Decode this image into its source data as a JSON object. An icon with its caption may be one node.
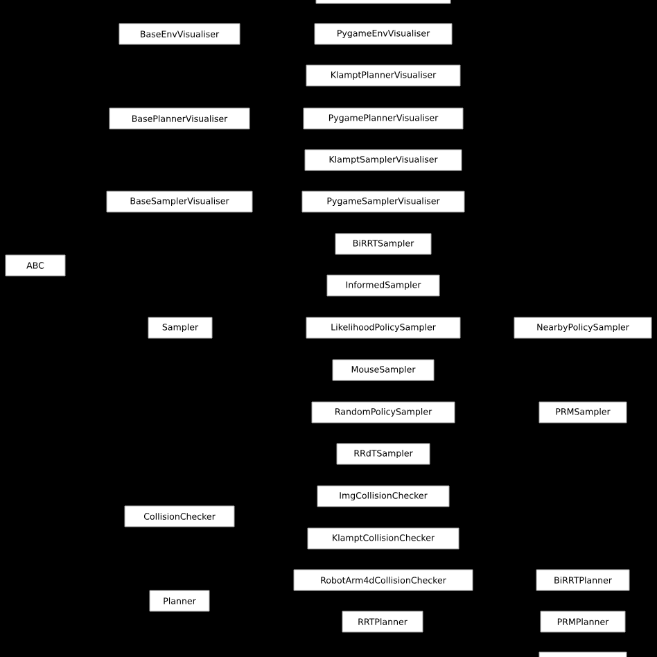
{
  "diagram": {
    "nodes": [
      {
        "text": [],
        "shape": "box"
      },
      {
        "text": [
          "BaseEnvVisualiser"
        ]
      },
      {
        "text": [
          "PygameEnvVisualiser"
        ]
      },
      {
        "text": [
          "KlamptPlannerVisualiser"
        ]
      },
      {
        "text": [
          "BasePlannerVisualiser"
        ]
      },
      {
        "text": [
          "PygamePlannerVisualiser"
        ]
      },
      {
        "text": [
          "KlamptSamplerVisualiser"
        ]
      },
      {
        "text": [
          "BaseSamplerVisualiser"
        ]
      },
      {
        "text": [
          "PygameSamplerVisualiser"
        ]
      },
      {
        "text": [
          "BiRRTSampler"
        ]
      },
      {
        "text": [
          "ABC"
        ]
      },
      {
        "text": [
          "InformedSampler"
        ]
      },
      {
        "text": [
          "Sampler"
        ]
      },
      {
        "text": [
          "LikelihoodPolicySampler"
        ]
      },
      {
        "text": [
          "NearbyPolicySampler"
        ]
      },
      {
        "text": [
          "MouseSampler"
        ]
      },
      {
        "text": [
          "RandomPolicySampler"
        ]
      },
      {
        "text": [
          "PRMSampler"
        ]
      },
      {
        "text": [
          "RRdTSampler"
        ]
      },
      {
        "text": [
          "ImgCollisionChecker"
        ]
      },
      {
        "text": [
          "CollisionChecker"
        ]
      },
      {
        "text": [
          "KlamptCollisionChecker"
        ]
      },
      {
        "text": [
          "RobotArm4dCollisionChecker"
        ]
      },
      {
        "text": [
          "BiRRTPlanner"
        ]
      },
      {
        "text": [
          "Planner"
        ]
      },
      {
        "text": [
          "RRTPlanner"
        ]
      },
      {
        "text": [
          "PRMPlanner"
        ]
      },
      {
        "text": [],
        "shape": "box"
      }
    ]
  }
}
